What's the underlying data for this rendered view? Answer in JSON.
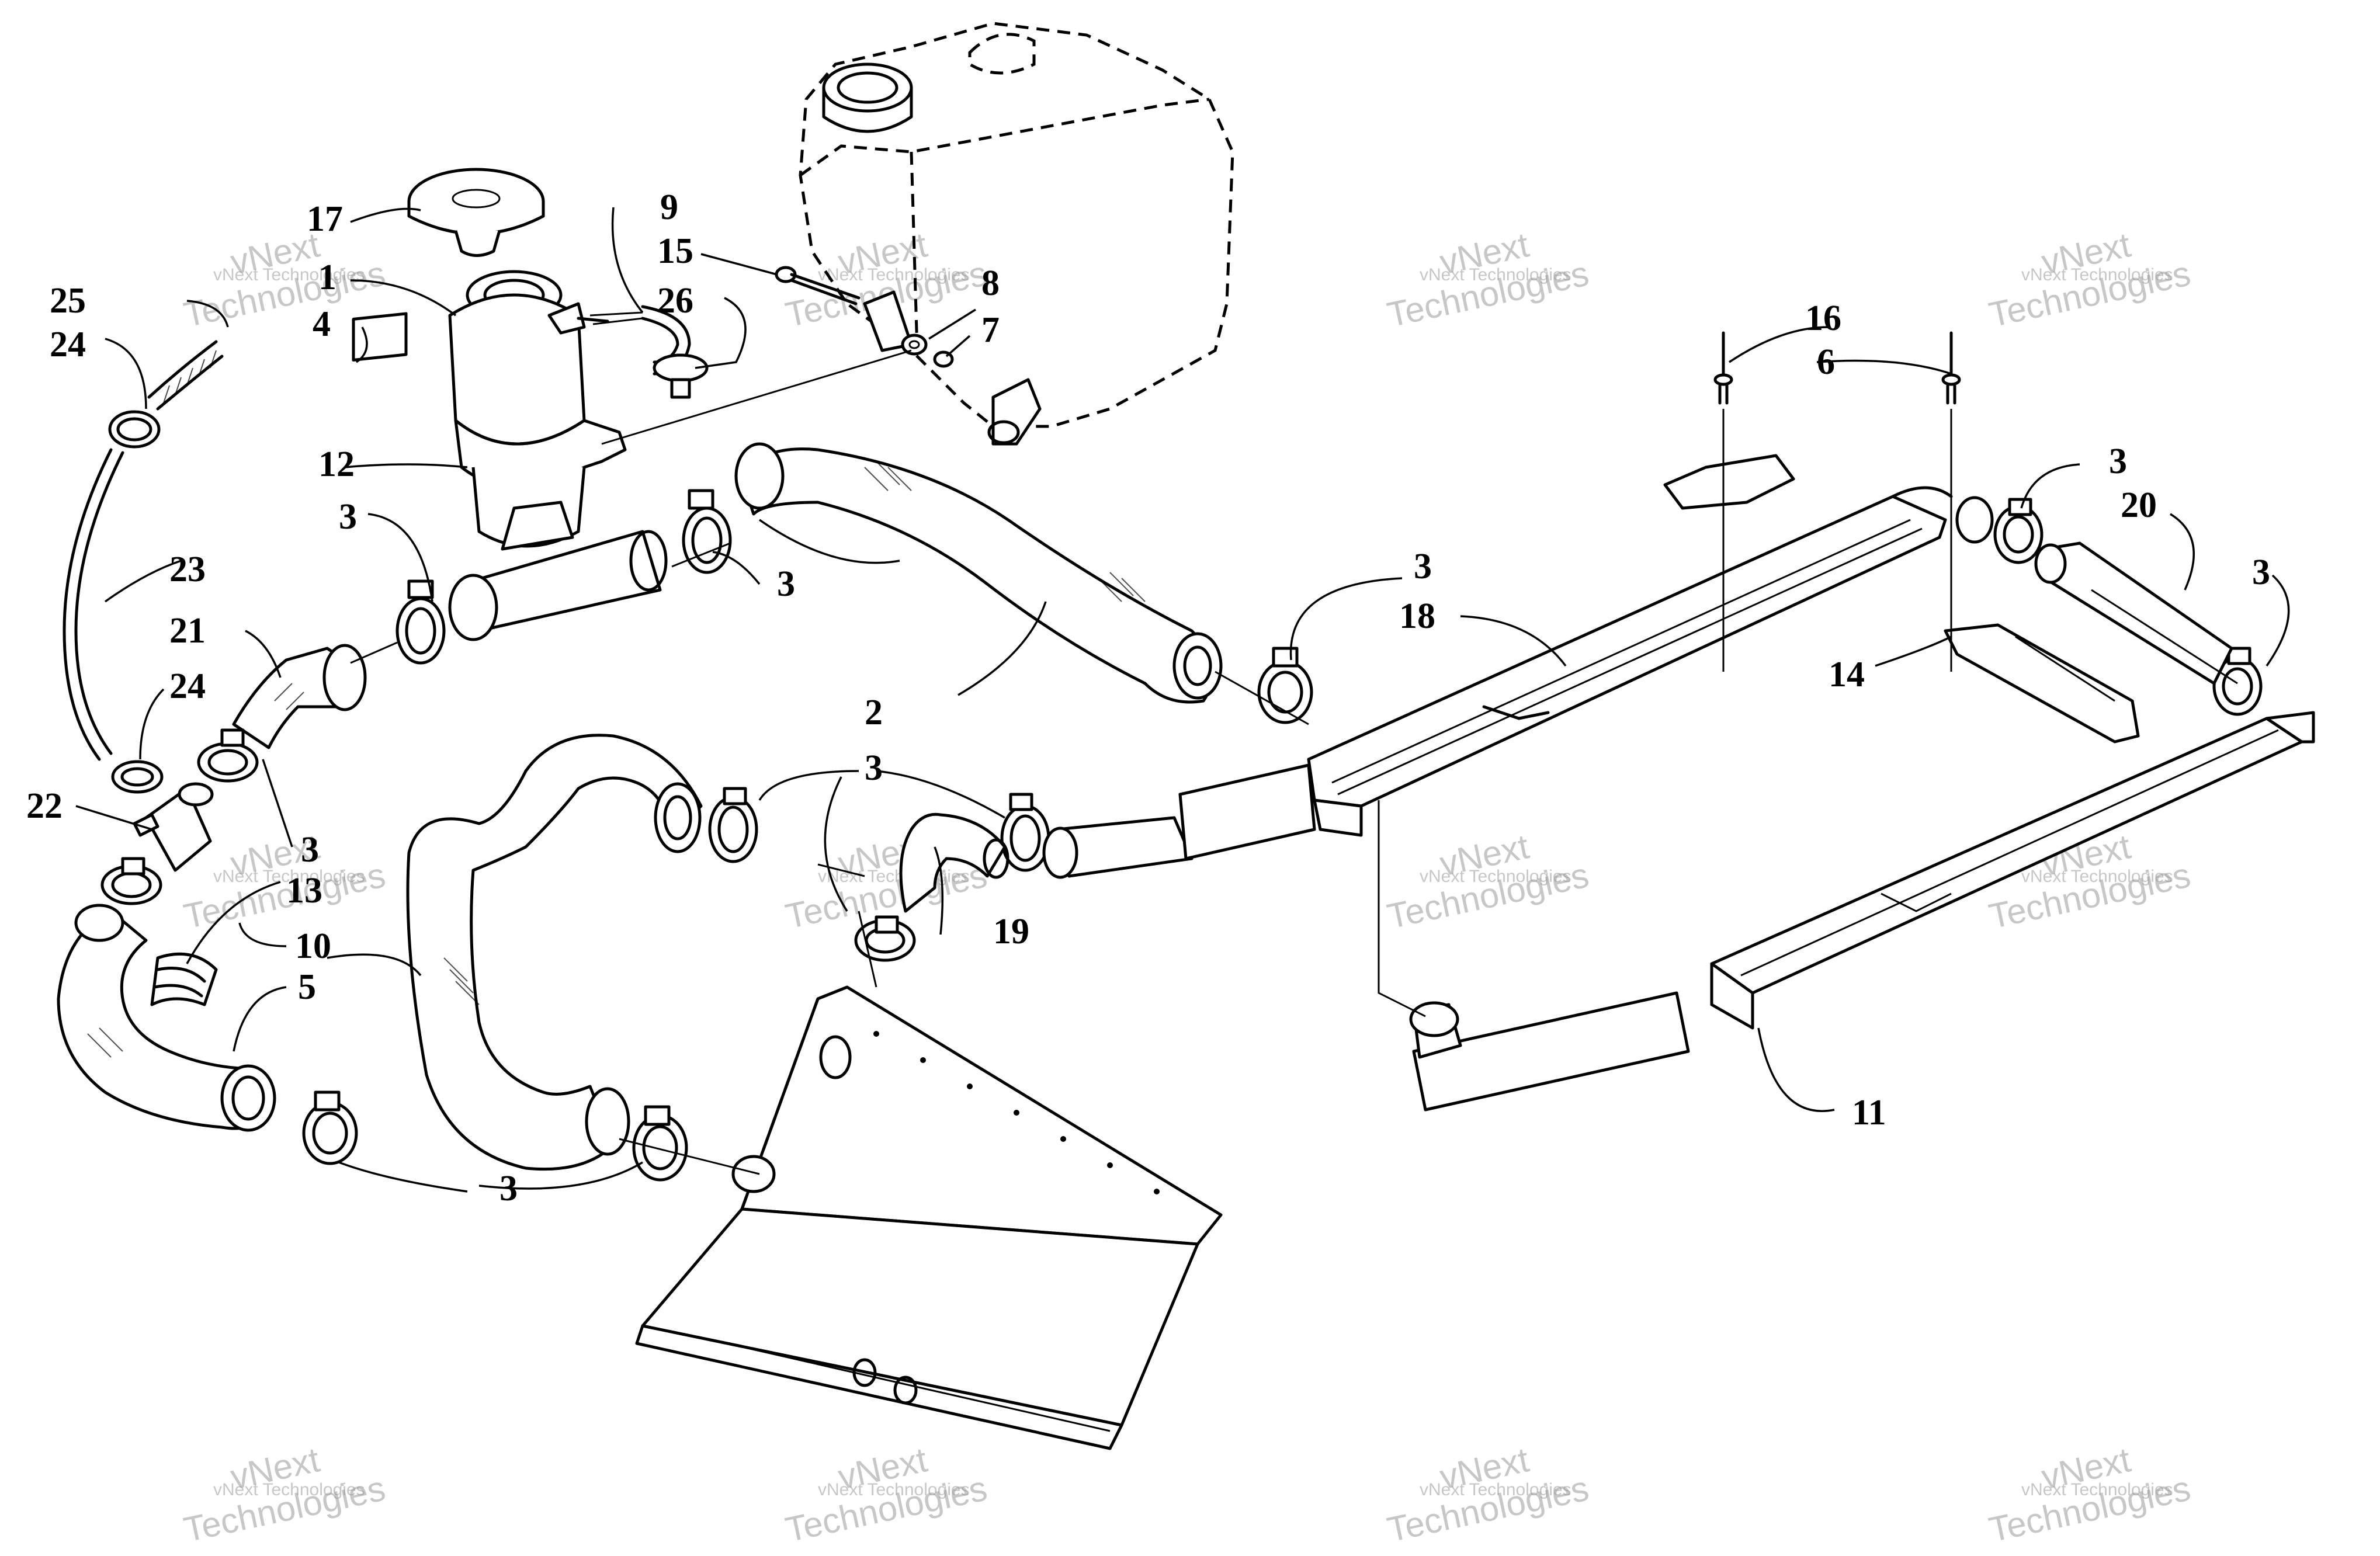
{
  "diagram": {
    "callouts": [
      {
        "id": "c1",
        "text": "1"
      },
      {
        "id": "c2",
        "text": "2"
      },
      {
        "id": "c3a",
        "text": "3"
      },
      {
        "id": "c3b",
        "text": "3"
      },
      {
        "id": "c3c",
        "text": "3"
      },
      {
        "id": "c3d",
        "text": "3"
      },
      {
        "id": "c3e",
        "text": "3"
      },
      {
        "id": "c3f",
        "text": "3"
      },
      {
        "id": "c3g",
        "text": "3"
      },
      {
        "id": "c3h",
        "text": "3"
      },
      {
        "id": "c4",
        "text": "4"
      },
      {
        "id": "c5",
        "text": "5"
      },
      {
        "id": "c6",
        "text": "6"
      },
      {
        "id": "c7",
        "text": "7"
      },
      {
        "id": "c8",
        "text": "8"
      },
      {
        "id": "c9",
        "text": "9"
      },
      {
        "id": "c10",
        "text": "10"
      },
      {
        "id": "c11",
        "text": "11"
      },
      {
        "id": "c12",
        "text": "12"
      },
      {
        "id": "c13",
        "text": "13"
      },
      {
        "id": "c14",
        "text": "14"
      },
      {
        "id": "c15",
        "text": "15"
      },
      {
        "id": "c16",
        "text": "16"
      },
      {
        "id": "c17",
        "text": "17"
      },
      {
        "id": "c18",
        "text": "18"
      },
      {
        "id": "c19",
        "text": "19"
      },
      {
        "id": "c20",
        "text": "20"
      },
      {
        "id": "c21",
        "text": "21"
      },
      {
        "id": "c22",
        "text": "22"
      },
      {
        "id": "c23",
        "text": "23"
      },
      {
        "id": "c24a",
        "text": "24"
      },
      {
        "id": "c24b",
        "text": "24"
      },
      {
        "id": "c25",
        "text": "25"
      },
      {
        "id": "c26",
        "text": "26"
      }
    ],
    "watermark": {
      "line1": "vNext Technologies",
      "line2": "vNext",
      "line3": "Technologies"
    }
  }
}
